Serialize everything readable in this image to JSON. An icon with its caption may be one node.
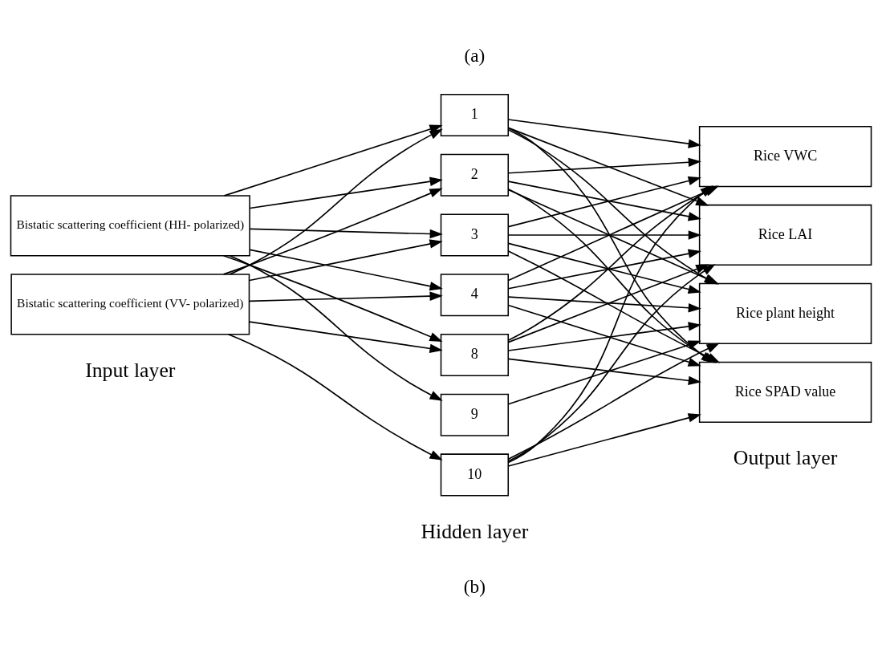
{
  "diagram": {
    "nodes": [
      {
        "text": [
          "Bistatic scattering coefficient (HH- polarized)"
        ]
      },
      {
        "text": [
          "Bistatic scattering coefficient (VV- polarized)"
        ]
      },
      {
        "text": [
          "1"
        ]
      },
      {
        "text": [
          "2"
        ]
      },
      {
        "text": [
          "3"
        ]
      },
      {
        "text": [
          "4"
        ]
      },
      {
        "text": [
          "8"
        ]
      },
      {
        "text": [
          "9"
        ]
      },
      {
        "text": [
          "10"
        ]
      },
      {
        "text": [
          "Rice VWC"
        ]
      },
      {
        "text": [
          "Rice LAI"
        ]
      },
      {
        "text": [
          "Rice plant height"
        ]
      },
      {
        "text": [
          "Rice SPAD value"
        ]
      }
    ],
    "edges": [
      {
        "from": 0,
        "to": 2,
        "arrow": "to"
      },
      {
        "from": 0,
        "to": 3,
        "arrow": "to"
      },
      {
        "from": 0,
        "to": 4,
        "arrow": "to"
      },
      {
        "from": 0,
        "to": 5,
        "arrow": "to"
      },
      {
        "from": 0,
        "to": 6,
        "arrow": "to"
      },
      {
        "from": 0,
        "to": 7,
        "arrow": "to"
      },
      {
        "from": 1,
        "to": 2,
        "arrow": "to"
      },
      {
        "from": 1,
        "to": 3,
        "arrow": "to"
      },
      {
        "from": 1,
        "to": 4,
        "arrow": "to"
      },
      {
        "from": 1,
        "to": 5,
        "arrow": "to"
      },
      {
        "from": 1,
        "to": 6,
        "arrow": "to"
      },
      {
        "from": 1,
        "to": 8,
        "arrow": "to"
      },
      {
        "from": 2,
        "to": 9,
        "arrow": "to"
      },
      {
        "from": 2,
        "to": 10,
        "arrow": "to"
      },
      {
        "from": 2,
        "to": 11,
        "arrow": "to"
      },
      {
        "from": 2,
        "to": 12,
        "arrow": "to"
      },
      {
        "from": 3,
        "to": 9,
        "arrow": "to"
      },
      {
        "from": 3,
        "to": 10,
        "arrow": "to"
      },
      {
        "from": 3,
        "to": 11,
        "arrow": "to"
      },
      {
        "from": 3,
        "to": 12,
        "arrow": "to"
      },
      {
        "from": 4,
        "to": 9,
        "arrow": "to"
      },
      {
        "from": 4,
        "to": 10,
        "arrow": "to"
      },
      {
        "from": 4,
        "to": 11,
        "arrow": "to"
      },
      {
        "from": 4,
        "to": 12,
        "arrow": "to"
      },
      {
        "from": 5,
        "to": 9,
        "arrow": "to"
      },
      {
        "from": 5,
        "to": 10,
        "arrow": "to"
      },
      {
        "from": 5,
        "to": 11,
        "arrow": "to"
      },
      {
        "from": 5,
        "to": 12,
        "arrow": "to"
      },
      {
        "from": 6,
        "to": 9,
        "arrow": "to"
      },
      {
        "from": 6,
        "to": 10,
        "arrow": "to"
      },
      {
        "from": 6,
        "to": 11,
        "arrow": "to"
      },
      {
        "from": 6,
        "to": 12,
        "arrow": "to"
      },
      {
        "from": 7,
        "to": 11,
        "arrow": "to"
      },
      {
        "from": 8,
        "to": 9,
        "arrow": "to"
      },
      {
        "from": 8,
        "to": 10,
        "arrow": "to"
      },
      {
        "from": 8,
        "to": 11,
        "arrow": "to"
      },
      {
        "from": 8,
        "to": 12,
        "arrow": "to"
      }
    ],
    "labels": [
      "(a)",
      "Input layer",
      "Hidden layer",
      "Output layer",
      "(b)"
    ]
  }
}
